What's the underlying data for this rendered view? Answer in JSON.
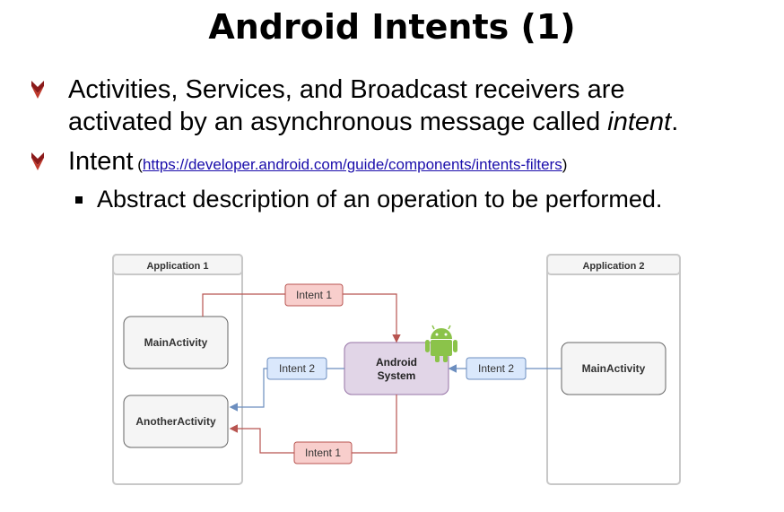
{
  "slide": {
    "title": "Android Intents (1)",
    "bullet1": {
      "text": "Activities, Services, and Broadcast receivers are activated by an asynchronous message called ",
      "emph": "intent",
      "end": "."
    },
    "bullet2": {
      "label": "Intent",
      "paren_open": " (",
      "link": "https://developer.android.com/guide/components/intents-filters",
      "paren_close": ")"
    },
    "sub_bullet": "Abstract description of an operation to be performed."
  },
  "diagram": {
    "app1_label": "Application 1",
    "app2_label": "Application 2",
    "main_activity_1": "MainActivity",
    "another_activity": "AnotherActivity",
    "android_system_line1": "Android",
    "android_system_line2": "System",
    "main_activity_2": "MainActivity",
    "intent1_top": "Intent 1",
    "intent1_bottom": "Intent 1",
    "intent2_left": "Intent 2",
    "intent2_right": "Intent 2",
    "colors": {
      "intent1_fill": "#f8cecc",
      "intent1_stroke": "#b85450",
      "intent2_fill": "#dae8fc",
      "intent2_stroke": "#6c8ebf",
      "system_fill": "#e1d5e7",
      "system_stroke": "#9673a6",
      "android_green": "#8bc34a"
    }
  }
}
